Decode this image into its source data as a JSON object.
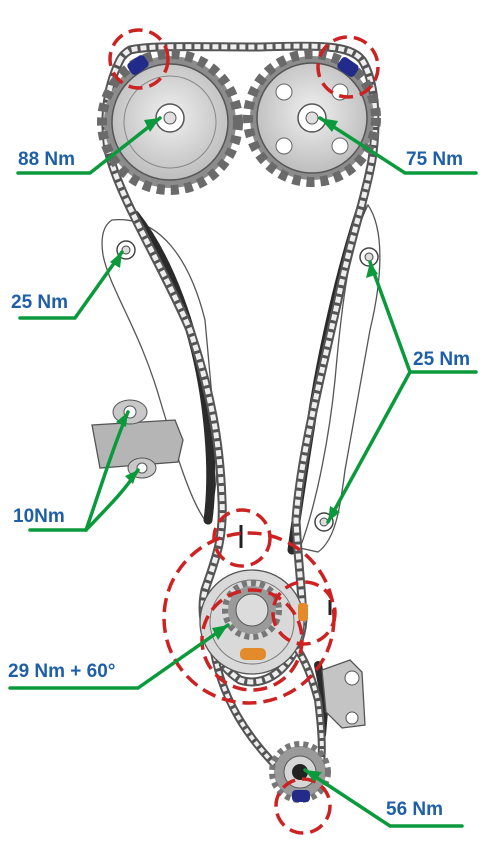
{
  "colors": {
    "label_text": "#1f5fa8",
    "leader_line": "#0a9a3c",
    "marker_circle": "#cc2222",
    "sprocket": "#d6d6d6",
    "chain": "#555555",
    "guide_rail": "#2b2b2b"
  },
  "labels": {
    "intake_cam": "88 Nm",
    "exhaust_cam": "75 Nm",
    "left_guide": "25 Nm",
    "right_guide": "25 Nm",
    "tensioner": "10Nm",
    "crank": "29 Nm + 60°",
    "oil_pump": "56 Nm"
  }
}
